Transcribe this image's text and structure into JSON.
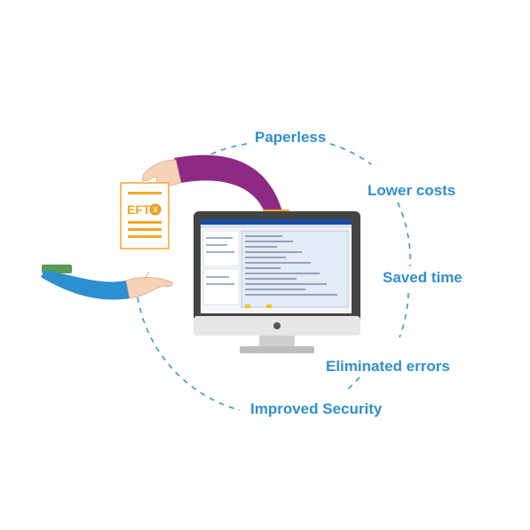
{
  "benefits": {
    "paperless": "Paperless",
    "lower_costs": "Lower costs",
    "saved_time": "Saved time",
    "eliminated_errors": "Eliminated errors",
    "improved_security": "Improved Security"
  },
  "document": {
    "label": "EFT",
    "icon": "coin-icon"
  },
  "colors": {
    "benefit_text": "#2f8fd0",
    "dashed_circle": "#2f8fd0",
    "document_accent": "#f5a623",
    "upper_sleeve": "#8e2a84",
    "lower_sleeve": "#2b8fd0",
    "monitor_frame": "#e6e6e6",
    "monitor_bezel": "#444444"
  }
}
